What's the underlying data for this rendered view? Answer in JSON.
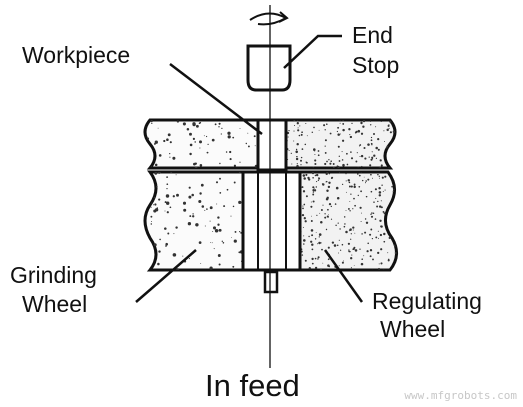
{
  "labels": {
    "workpiece": "Workpiece",
    "end_stop_line1": "End",
    "end_stop_line2": "Stop",
    "grinding_line1": "Grinding",
    "grinding_line2": "Wheel",
    "regulating_line1": "Regulating",
    "regulating_line2": "Wheel"
  },
  "title": "In feed",
  "watermark": "www.mfgrobots.com",
  "colors": {
    "ink": "#111111",
    "wheel_fill": "#fbfbfb",
    "regulating_fill": "#f2f2f2",
    "speckle": "#333333"
  },
  "icons": {
    "rotation": "rotation-arrow-icon"
  }
}
